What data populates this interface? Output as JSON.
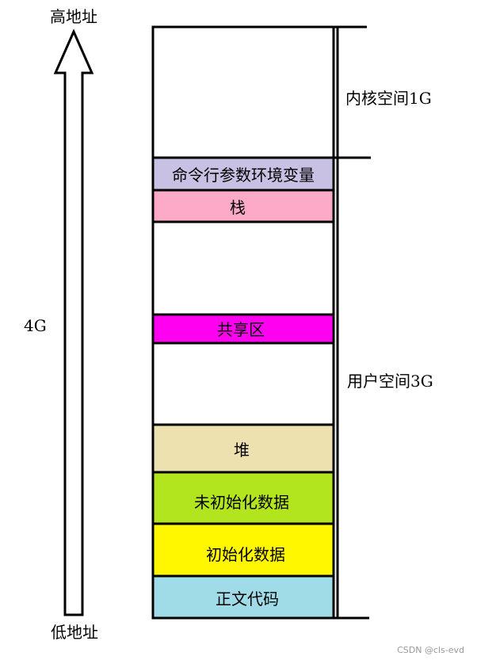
{
  "labels": {
    "high_address": "高地址",
    "low_address": "低地址",
    "total_size": "4G",
    "kernel_space": "内核空间1G",
    "user_space": "用户空间3G"
  },
  "segments": [
    {
      "id": "kernel",
      "label": "",
      "color": "#ffffff"
    },
    {
      "id": "env",
      "label": "命令行参数环境变量",
      "color": "#c9c1e4"
    },
    {
      "id": "stack",
      "label": "栈",
      "color": "#fdaac8"
    },
    {
      "id": "gap-upper",
      "label": "",
      "color": "#ffffff"
    },
    {
      "id": "shared",
      "label": "共享区",
      "color": "#ff00f0"
    },
    {
      "id": "gap-lower",
      "label": "",
      "color": "#ffffff"
    },
    {
      "id": "heap",
      "label": "堆",
      "color": "#eee1b0"
    },
    {
      "id": "bss",
      "label": "未初始化数据",
      "color": "#b3e51e"
    },
    {
      "id": "data",
      "label": "初始化数据",
      "color": "#fff700"
    },
    {
      "id": "text",
      "label": "正文代码",
      "color": "#a0dbe8"
    }
  ],
  "watermark": "CSDN @cls-evd"
}
